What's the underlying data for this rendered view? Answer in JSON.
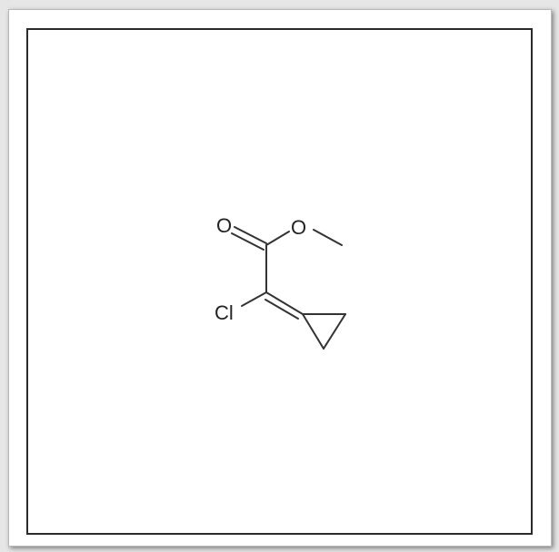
{
  "molecule": {
    "atoms": {
      "carbonyl_oxygen": "O",
      "ester_oxygen": "O",
      "chlorine": "Cl"
    }
  }
}
